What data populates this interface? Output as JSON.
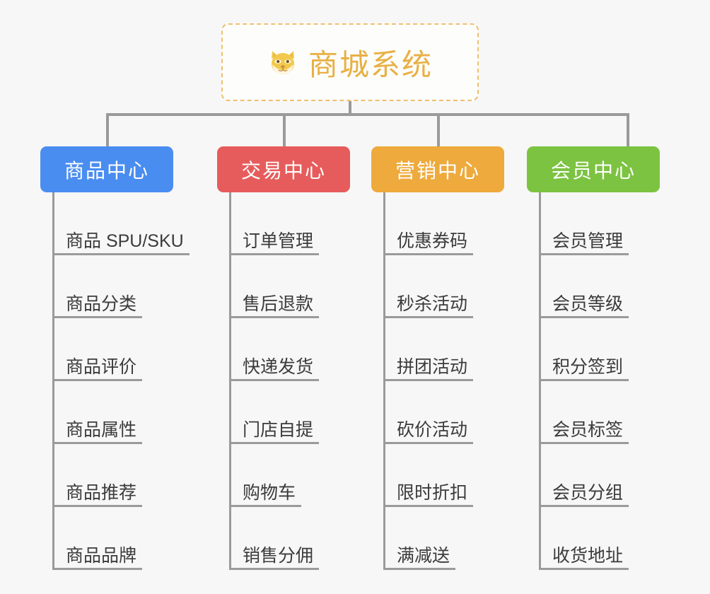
{
  "page": {
    "background_color": "#f7f7f7",
    "type": "mindmap"
  },
  "root": {
    "title": "商城系统",
    "icon": "shiba-dog-face-emoji",
    "border_color": "#f0c070",
    "title_color": "#e8b044"
  },
  "branches": [
    {
      "label": "商品中心",
      "color": "#4a8df0",
      "items": [
        "商品 SPU/SKU",
        "商品分类",
        "商品评价",
        "商品属性",
        "商品推荐",
        "商品品牌"
      ]
    },
    {
      "label": "交易中心",
      "color": "#e65c5c",
      "items": [
        "订单管理",
        "售后退款",
        "快递发货",
        "门店自提",
        "购物车",
        "销售分佣"
      ]
    },
    {
      "label": "营销中心",
      "color": "#eeaa3c",
      "items": [
        "优惠券码",
        "秒杀活动",
        "拼团活动",
        "砍价活动",
        "限时折扣",
        "满减送"
      ]
    },
    {
      "label": "会员中心",
      "color": "#7cc341",
      "items": [
        "会员管理",
        "会员等级",
        "积分签到",
        "会员标签",
        "会员分组",
        "收货地址"
      ]
    }
  ]
}
